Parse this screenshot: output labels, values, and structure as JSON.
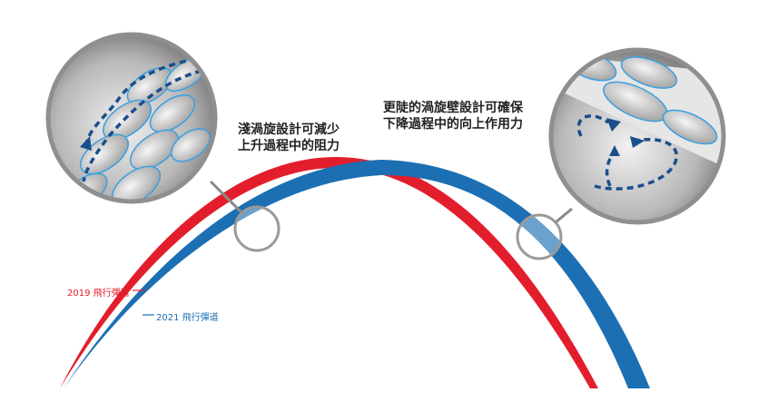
{
  "callouts": {
    "left": [
      "淺渦旋設計可減少",
      "上升過程中的阻力"
    ],
    "right": [
      "更陡的渦旋壁設計可確保",
      "下降過程中的向上作用力"
    ]
  },
  "legend": {
    "y2019": "2019 飛行彈道",
    "y2021": "2021 飛行彈道"
  },
  "colors": {
    "trajectory_2019": "#e31e2c",
    "trajectory_2021": "#1d6fb3",
    "magnifier_ring": "#9a9a9a",
    "airflow_arrow": "#1a4f8c"
  },
  "icons": [
    "magnifier-lens-left",
    "magnifier-lens-right",
    "airflow-arrow-icon"
  ]
}
